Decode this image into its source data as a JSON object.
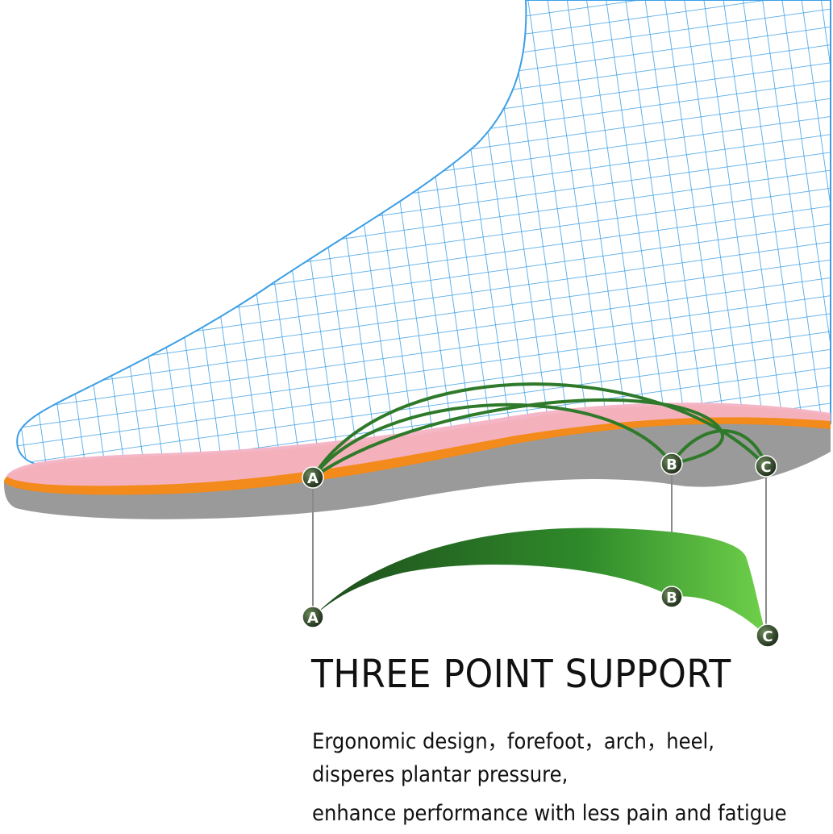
{
  "title": "THREE POINT SUPPORT",
  "description": [
    "Ergonomic design，forefoot，arch，heel,",
    "disperes plantar pressure,",
    "enhance performance with less pain and fatigue"
  ],
  "points": [
    "A",
    "B",
    "C"
  ],
  "colors": {
    "wireframe": "#3c9fe6",
    "insole_top": "#f4b3c4",
    "insole_edge": "#f28a1c",
    "insole_base": "#9a9a9a",
    "support": "#2f8a2a",
    "text": "#111111"
  }
}
